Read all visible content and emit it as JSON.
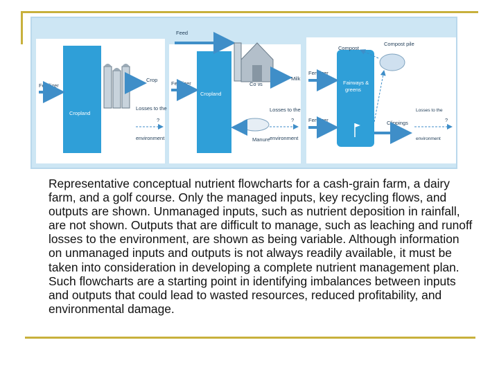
{
  "diagram": {
    "panel1": {
      "fertilizer": "Fertilizer",
      "cropland": "Cropland",
      "crop": "Crop",
      "losses_to_the": "Losses to the",
      "environment": "environment",
      "variable_mark": "?"
    },
    "panel2": {
      "feed": "Feed",
      "fertilizer": "Fertilizer",
      "cropland": "Cropland",
      "cows": "Cows",
      "manure": "Manure",
      "milk": "Milk",
      "losses_to_the": "Losses to the",
      "environment": "environment",
      "variable_mark": "?"
    },
    "panel3": {
      "compost": "Compost",
      "compost_pile": "Compost pile",
      "fertilizer_top": "Fertilizer",
      "fertilizer_bottom": "Fertilizer",
      "fairways_line1": "Fairways &",
      "fairways_line2": "greens",
      "clippings": "Clippings",
      "losses_to_the": "Losses to the",
      "environment": "environment",
      "variable_mark": "?"
    }
  },
  "caption": "Representative conceptual nutrient flowcharts for a cash-grain farm, a dairy farm, and a golf course. Only the managed inputs, key recycling flows, and outputs are shown. Unmanaged inputs, such as nutrient deposition in rainfall, are not shown. Outputs that are difficult to manage, such as leaching and runoff losses to the environment, are shown as being variable. Although information on unmanaged inputs and outputs is not always readily available, it must be taken into consideration in developing a complete nutrient management plan. Such flowcharts are a starting point in identifying imbalances between inputs and outputs that could lead to wasted resources, reduced profitability, and environmental damage.",
  "colors": {
    "border_gold": "#c8b03c",
    "figure_bg": "#cde6f4",
    "box_blue": "#2f9fd8",
    "arrow_blue": "#3f8ec8"
  }
}
